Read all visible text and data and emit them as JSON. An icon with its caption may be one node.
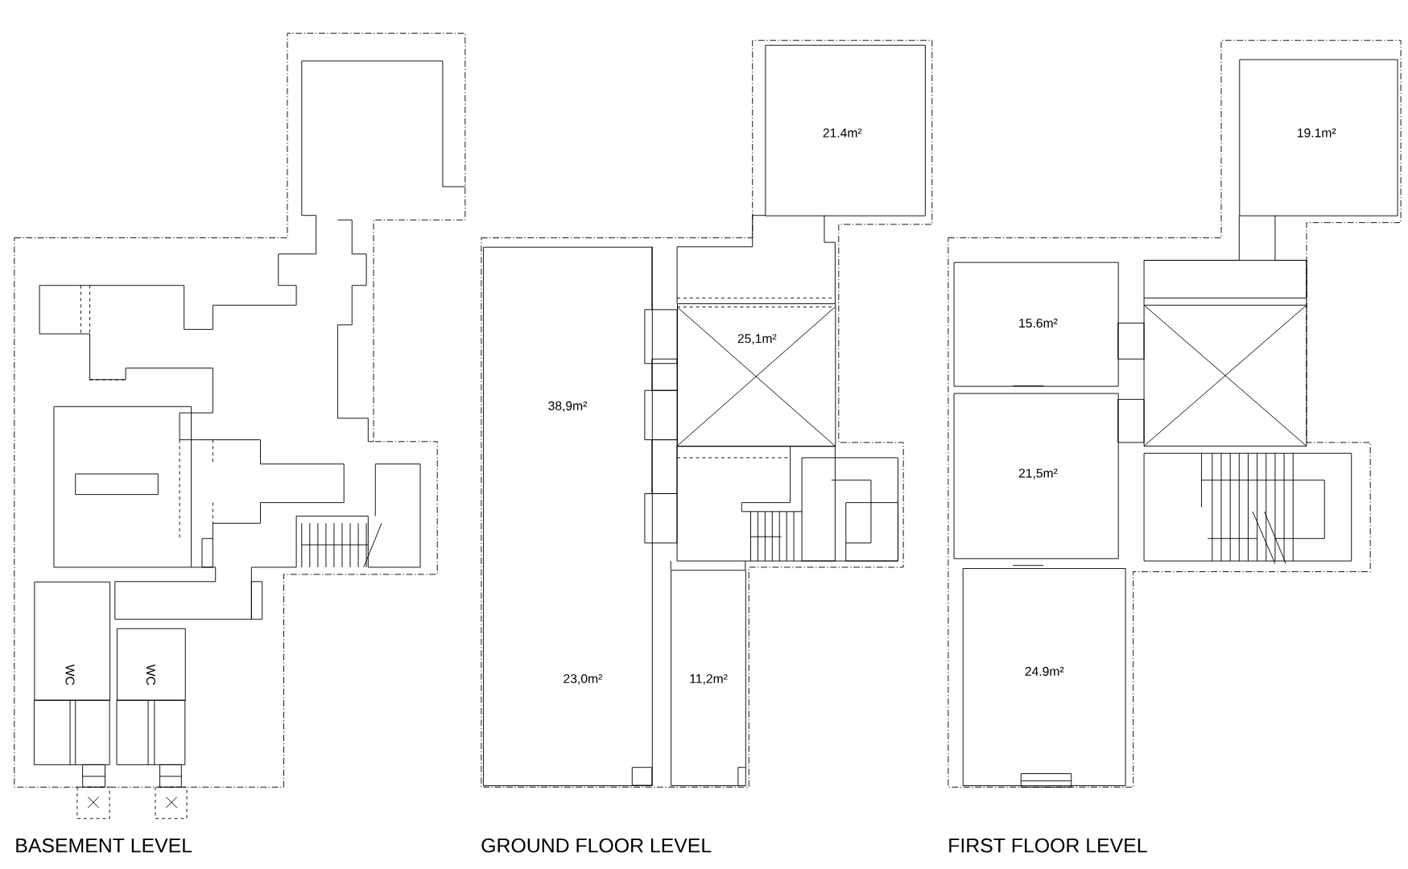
{
  "diagram": {
    "nodes": [
      {
        "text": [
          "WC"
        ]
      },
      {
        "text": [
          "WC"
        ]
      },
      {
        "text": [
          "21.4m²"
        ]
      },
      {
        "text": [
          "25,1m²"
        ]
      },
      {
        "text": [
          "38,9m²",
          "23,0m²"
        ]
      },
      {
        "text": [
          "11,2m²"
        ]
      },
      {
        "text": [
          "19.1m²"
        ]
      },
      {
        "text": [
          "15.6m²"
        ]
      },
      {
        "text": [
          "21,5m²"
        ]
      },
      {
        "text": [
          "24.9m²"
        ]
      }
    ],
    "labels": [
      "BASEMENT LEVEL",
      "GROUND FLOOR LEVEL",
      "FIRST FLOOR LEVEL"
    ]
  }
}
